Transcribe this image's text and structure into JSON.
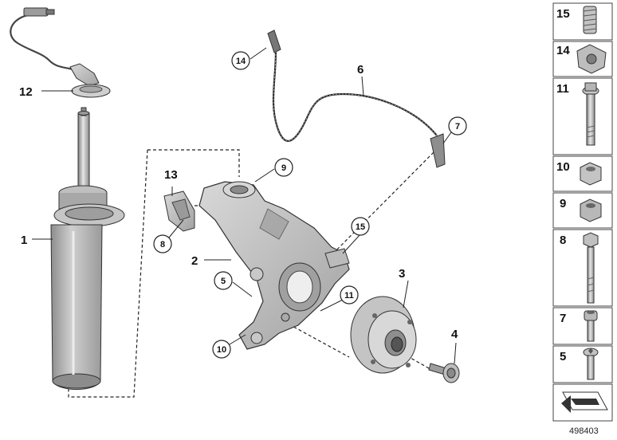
{
  "diagram": {
    "callouts": {
      "c1": "1",
      "c2": "2",
      "c3": "3",
      "c4": "4",
      "c5": "5",
      "c6": "6",
      "c7": "7",
      "c8": "8",
      "c9": "9",
      "c10": "10",
      "c11": "11",
      "c12": "12",
      "c13": "13",
      "c14": "14",
      "c15": "15"
    },
    "sidebar": [
      {
        "label": "15",
        "icon": "spring-nut-icon"
      },
      {
        "label": "14",
        "icon": "clip-icon"
      },
      {
        "label": "11",
        "icon": "flange-bolt-icon"
      },
      {
        "label": "10",
        "icon": "collar-nut-icon"
      },
      {
        "label": "9",
        "icon": "hex-nut-icon"
      },
      {
        "label": "8",
        "icon": "long-bolt-icon"
      },
      {
        "label": "7",
        "icon": "socket-screw-icon"
      },
      {
        "label": "5",
        "icon": "torx-bolt-icon"
      }
    ],
    "doc_number": "498403",
    "colors": {
      "part_fill": "#b9b9b9",
      "part_dark": "#8a8a8a",
      "part_light": "#dcdcdc",
      "outline": "#333333"
    }
  }
}
